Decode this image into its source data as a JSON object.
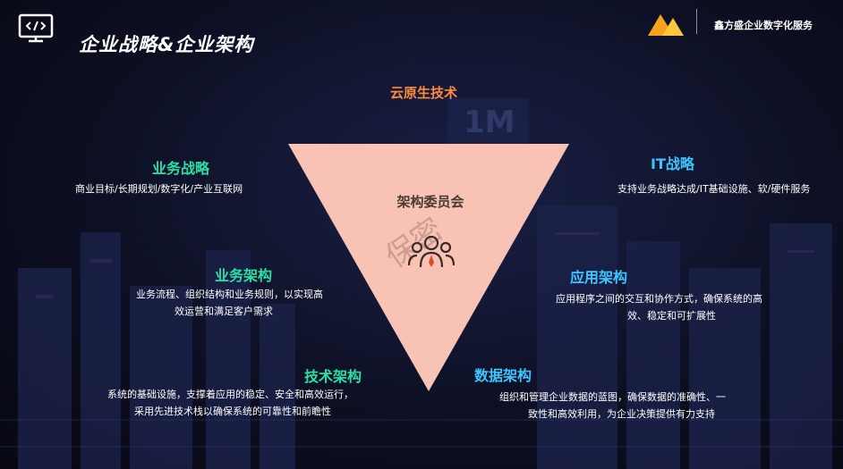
{
  "header": {
    "title": "企业战略&企业架构",
    "brand": "鑫方盛企业数字化服务"
  },
  "center": {
    "top_label": "云原生技术",
    "label": "架构委员会",
    "watermark": "保密"
  },
  "sections": {
    "business_strategy": {
      "title": "业务战略",
      "desc": "商业目标/长期规划/数字化/产业互联网"
    },
    "business_arch": {
      "title": "业务架构",
      "desc_lines": [
        "业务流程、组织结构和业务规则，以实现高",
        "效运营和满足客户需求"
      ]
    },
    "tech_arch": {
      "title": "技术架构",
      "desc_lines": [
        "系统的基础设施，支撑着应用的稳定、安全和高效运行，",
        "采用先进技术栈以确保系统的可靠性和前瞻性"
      ]
    },
    "it_strategy": {
      "title": "IT战略",
      "desc": "支持业务战略达成/IT基础设施、软/硬件服务"
    },
    "app_arch": {
      "title": "应用架构",
      "desc_lines": [
        "应用程序之间的交互和协作方式，确保系统的高",
        "效、稳定和可扩展性"
      ]
    },
    "data_arch": {
      "title": "数据架构",
      "desc_lines": [
        "组织和管理企业数据的蓝图，确保数据的准确性、一",
        "致性和高效利用，为企业决策提供有力支持"
      ]
    }
  },
  "colors": {
    "accent_green": "#27e0a4",
    "accent_blue": "#3cc6ff",
    "triangle": "#f8c2b5",
    "orange": "#ff8a3d"
  },
  "icons": [
    "monitor-code-icon",
    "brand-logo-icon",
    "people-group-icon"
  ]
}
